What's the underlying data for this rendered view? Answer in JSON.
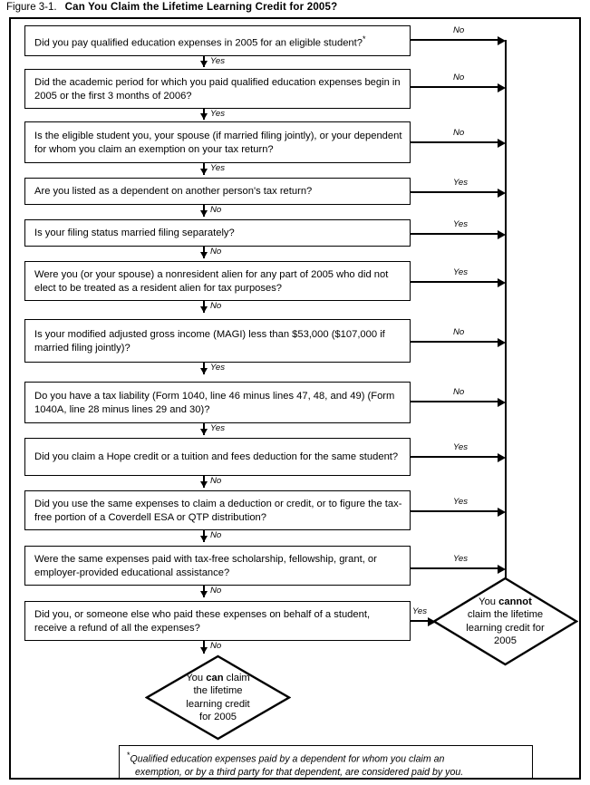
{
  "figure": {
    "label": "Figure 3-1.",
    "title": "Can You Claim the Lifetime Learning Credit for 2005?"
  },
  "flowchart": {
    "type": "decision-flowchart",
    "questions": [
      {
        "id": "q1",
        "text": "Did you pay qualified education expenses in 2005 for an eligible student?",
        "has_footnote_marker": true,
        "branch_label": "No",
        "branch_target": "cannot-claim",
        "continue_label": "Yes"
      },
      {
        "id": "q2",
        "text": "Did the academic period for which you paid qualified education expenses begin in 2005 or the first 3 months of 2006?",
        "has_footnote_marker": false,
        "branch_label": "No",
        "branch_target": "cannot-claim",
        "continue_label": "Yes"
      },
      {
        "id": "q3",
        "text": "Is the eligible student you, your spouse (if married filing jointly), or your dependent for whom you claim an exemption on your tax return?",
        "has_footnote_marker": false,
        "branch_label": "No",
        "branch_target": "cannot-claim",
        "continue_label": "Yes"
      },
      {
        "id": "q4",
        "text": "Are you listed as a dependent on another person's tax return?",
        "has_footnote_marker": false,
        "branch_label": "Yes",
        "branch_target": "cannot-claim",
        "continue_label": "No"
      },
      {
        "id": "q5",
        "text": "Is your filing status married filing separately?",
        "has_footnote_marker": false,
        "branch_label": "Yes",
        "branch_target": "cannot-claim",
        "continue_label": "No"
      },
      {
        "id": "q6",
        "text": "Were you (or your spouse) a nonresident alien for any part of 2005 who did not elect to be treated as a resident alien for tax purposes?",
        "has_footnote_marker": false,
        "branch_label": "Yes",
        "branch_target": "cannot-claim",
        "continue_label": "No"
      },
      {
        "id": "q7",
        "text": "Is your modified adjusted gross income (MAGI) less than $53,000 ($107,000 if married filing jointly)?",
        "has_footnote_marker": false,
        "branch_label": "No",
        "branch_target": "cannot-claim",
        "continue_label": "Yes"
      },
      {
        "id": "q8",
        "text": "Do you have a tax liability (Form 1040, line 46 minus lines 47, 48, and 49) (Form 1040A, line 28 minus lines 29 and 30)?",
        "has_footnote_marker": false,
        "branch_label": "No",
        "branch_target": "cannot-claim",
        "continue_label": "Yes"
      },
      {
        "id": "q9",
        "text": "Did you claim a Hope credit or a tuition and fees deduction for the same student?",
        "has_footnote_marker": false,
        "branch_label": "Yes",
        "branch_target": "cannot-claim",
        "continue_label": "No"
      },
      {
        "id": "q10",
        "text": "Did you use the same expenses to claim a deduction or credit, or to figure the tax-free portion of a Coverdell ESA or QTP distribution?",
        "has_footnote_marker": false,
        "branch_label": "Yes",
        "branch_target": "cannot-claim",
        "continue_label": "No"
      },
      {
        "id": "q11",
        "text": "Were the same expenses paid with tax-free scholarship, fellowship, grant, or employer-provided educational assistance?",
        "has_footnote_marker": false,
        "branch_label": "Yes",
        "branch_target": "cannot-claim",
        "continue_label": "No"
      },
      {
        "id": "q12",
        "text": "Did you, or someone else who paid these expenses on behalf of a student, receive a refund of all the expenses?",
        "has_footnote_marker": false,
        "branch_label": "Yes",
        "branch_target": "cannot-claim",
        "continue_label": "No"
      }
    ],
    "outcomes": {
      "cannot": {
        "id": "cannot-claim",
        "line1_prefix": "You ",
        "line1_bold": "cannot",
        "line2": "claim the lifetime",
        "line3": "learning credit for",
        "line4": "2005"
      },
      "can": {
        "id": "can-claim",
        "line1_prefix": "You ",
        "line1_bold": "can",
        "line1_suffix": " claim",
        "line2": "the lifetime",
        "line3": "learning credit",
        "line4": "for 2005"
      }
    }
  },
  "footnote": {
    "marker": "*",
    "line1": "Qualified education expenses paid by a dependent for whom you claim an",
    "line2": "exemption, or by a third party for that dependent, are considered paid by you."
  },
  "colors": {
    "ink": "#000000",
    "paper": "#ffffff"
  }
}
